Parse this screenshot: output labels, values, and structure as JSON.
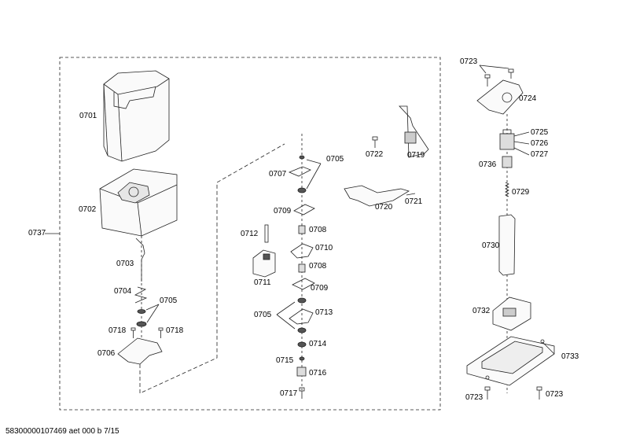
{
  "footer": "58300000107469 aet 000 b 7/15",
  "labels": {
    "p0701": "0701",
    "p0702": "0702",
    "p0703": "0703",
    "p0704": "0704",
    "p0705a": "0705",
    "p0705b": "0705",
    "p0705c": "0705",
    "p0706": "0706",
    "p0707": "0707",
    "p0708a": "0708",
    "p0708b": "0708",
    "p0709a": "0709",
    "p0709b": "0709",
    "p0710": "0710",
    "p0711": "0711",
    "p0712": "0712",
    "p0713": "0713",
    "p0714": "0714",
    "p0715": "0715",
    "p0716": "0716",
    "p0717": "0717",
    "p0718a": "0718",
    "p0718b": "0718",
    "p0719": "0719",
    "p0720": "0720",
    "p0721": "0721",
    "p0722": "0722",
    "p0723a": "0723",
    "p0723b": "0723",
    "p0723c": "0723",
    "p0724": "0724",
    "p0725": "0725",
    "p0726": "0726",
    "p0727": "0727",
    "p0729": "0729",
    "p0730": "0730",
    "p0732": "0732",
    "p0733": "0733",
    "p0736": "0736",
    "p0737": "0737"
  }
}
